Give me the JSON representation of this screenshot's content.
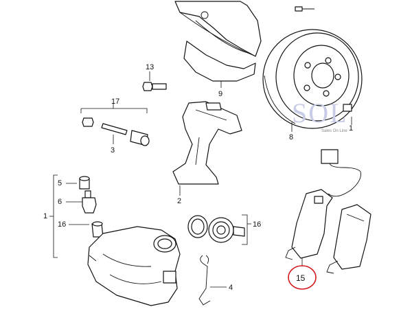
{
  "callouts": {
    "c9": "9",
    "c13": "13",
    "c17": "17",
    "c3": "3",
    "c2": "2",
    "c8": "8",
    "c1_right": "1",
    "c5": "5",
    "c6": "6",
    "c1_left": "1",
    "c16_left": "16",
    "c16_right": "16",
    "c4": "4",
    "c15": "15"
  },
  "logo": {
    "mark": "SOL",
    "tagline": "Sales On Line"
  },
  "colors": {
    "line": "#111111",
    "highlight": "#d6191f",
    "logo": "#c9cce6"
  }
}
